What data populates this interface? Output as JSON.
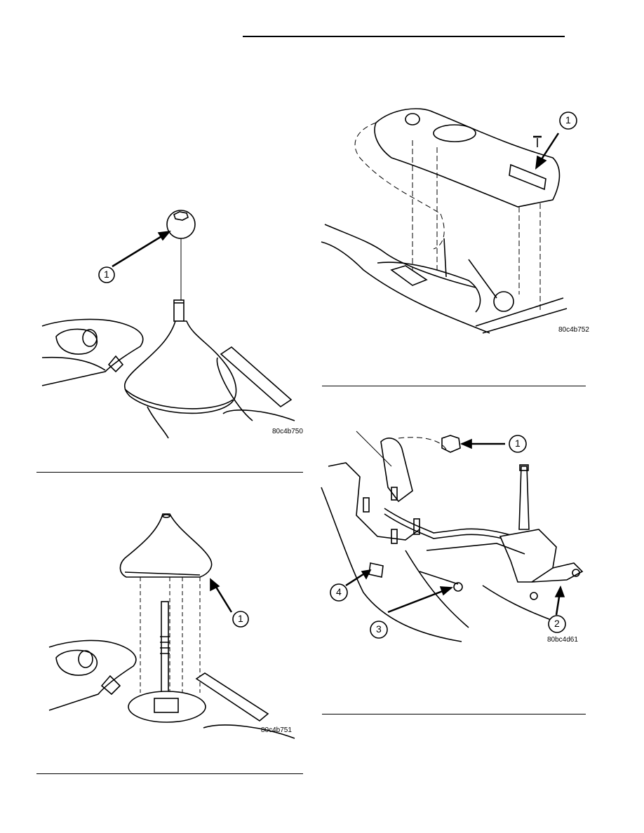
{
  "figures": [
    {
      "id": "fig-shift-knob",
      "ref_code": "80c4b750",
      "callouts": [
        "1"
      ]
    },
    {
      "id": "fig-shift-boot",
      "ref_code": "80c4b751",
      "callouts": [
        "1"
      ]
    },
    {
      "id": "fig-console",
      "ref_code": "80c4b752",
      "callouts": [
        "1"
      ]
    },
    {
      "id": "fig-shifter-assembly",
      "ref_code": "80bc4d61",
      "callouts": [
        "1",
        "2",
        "3",
        "4"
      ]
    }
  ]
}
